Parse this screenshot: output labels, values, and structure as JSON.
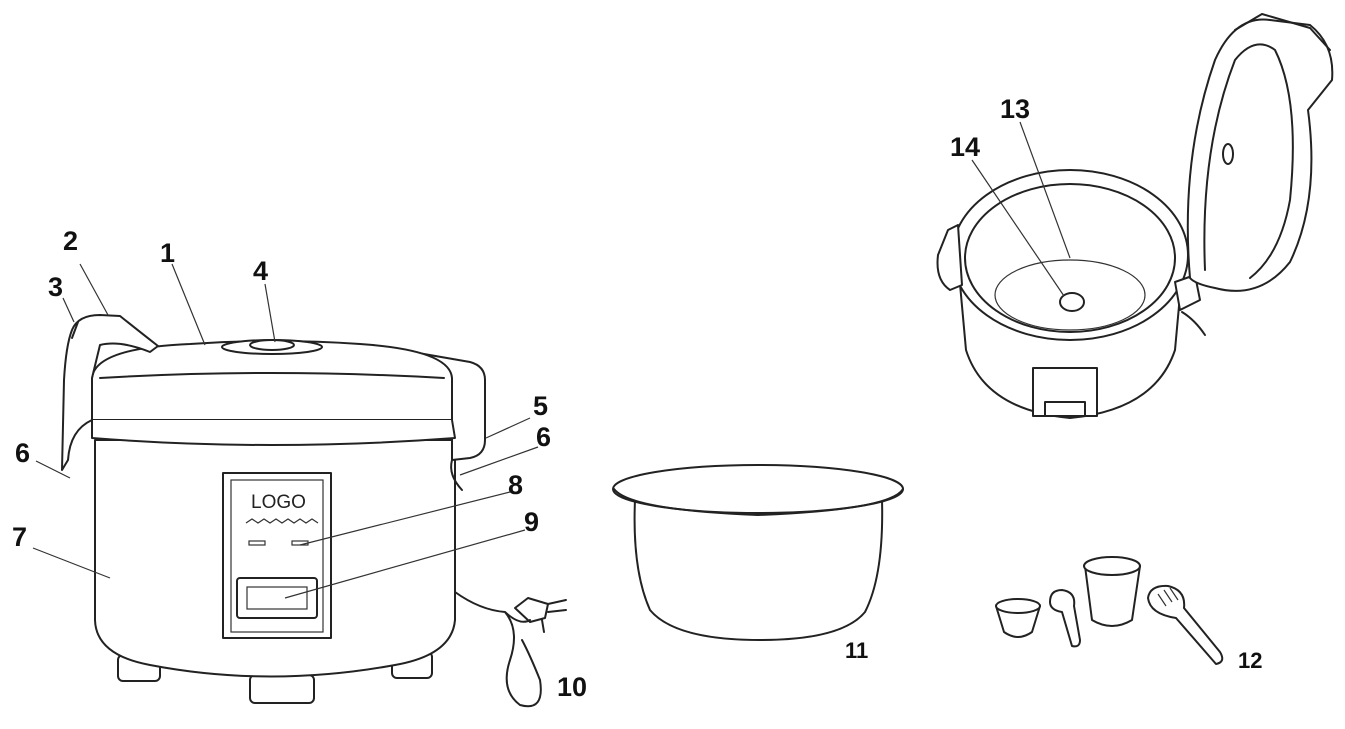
{
  "diagram": {
    "logo_text": "LOGO",
    "callouts": [
      {
        "id": "c1",
        "text": "1"
      },
      {
        "id": "c2",
        "text": "2"
      },
      {
        "id": "c3",
        "text": "3"
      },
      {
        "id": "c4",
        "text": "4"
      },
      {
        "id": "c5",
        "text": "5"
      },
      {
        "id": "c6a",
        "text": "6"
      },
      {
        "id": "c6b",
        "text": "6"
      },
      {
        "id": "c7",
        "text": "7"
      },
      {
        "id": "c8",
        "text": "8"
      },
      {
        "id": "c9",
        "text": "9"
      },
      {
        "id": "c10",
        "text": "10"
      },
      {
        "id": "c11",
        "text": "11"
      },
      {
        "id": "c12",
        "text": "12"
      },
      {
        "id": "c13",
        "text": "13"
      },
      {
        "id": "c14",
        "text": "14"
      }
    ]
  }
}
